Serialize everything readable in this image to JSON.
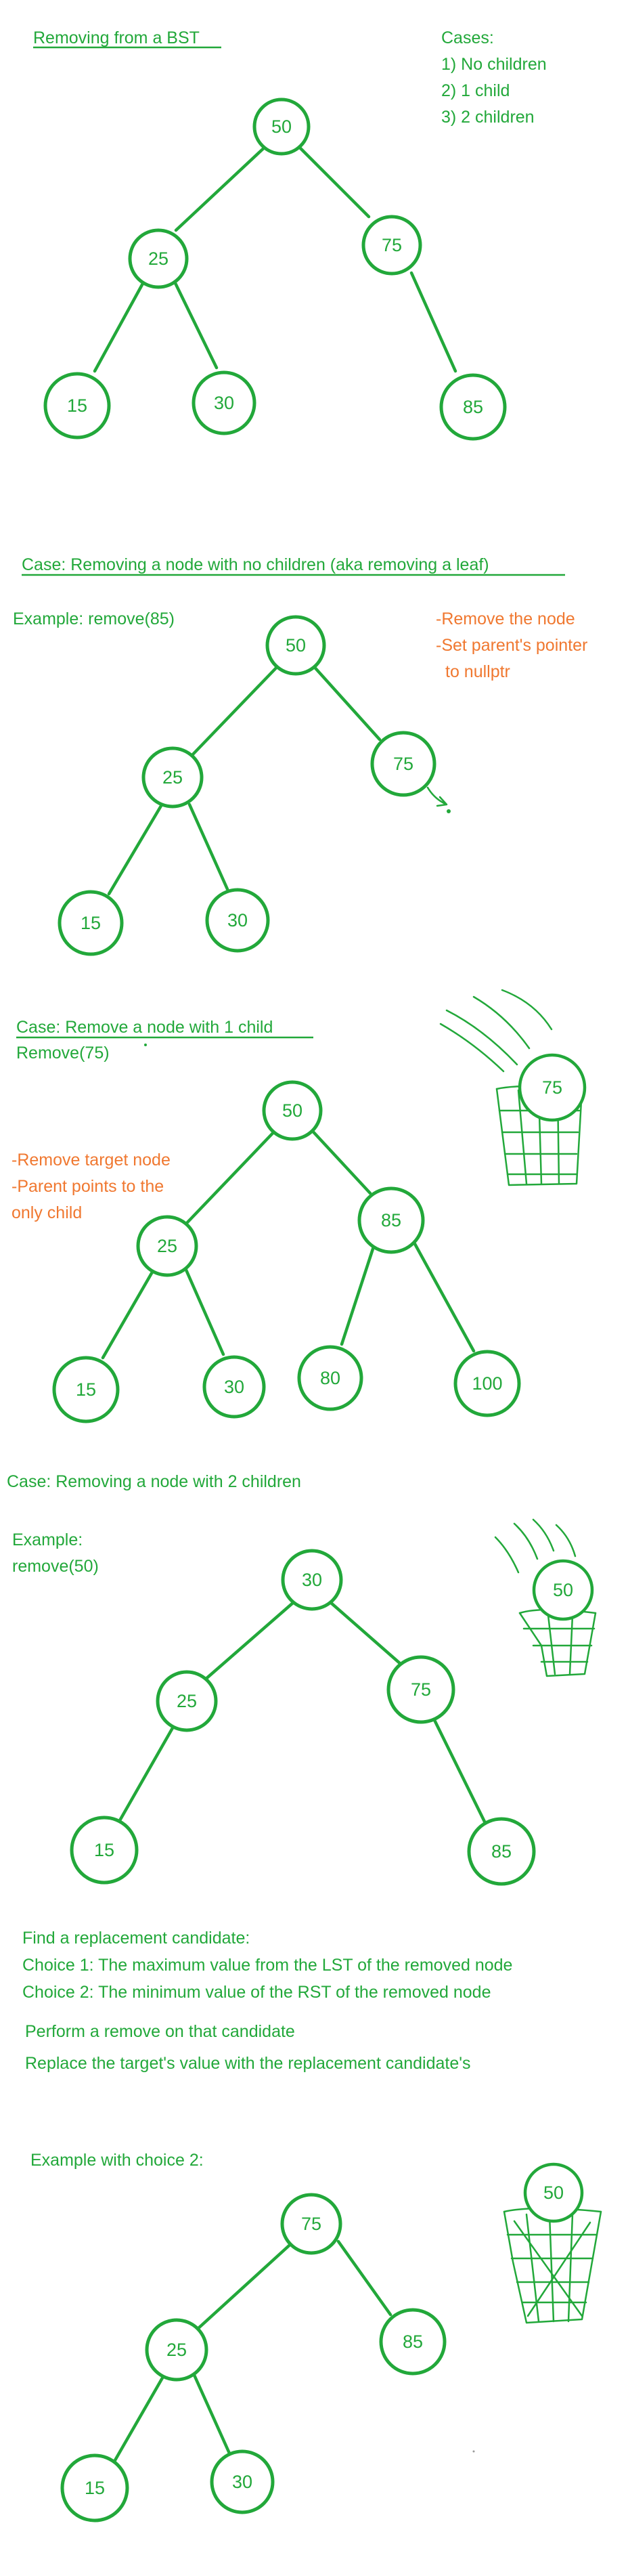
{
  "colors": {
    "green": "#22a83a",
    "orange": "#f07830"
  },
  "section1": {
    "title": "Removing from a BST",
    "cases": [
      "Cases:",
      "1) No children",
      "2) 1 child",
      "3) 2 children"
    ],
    "nodes": [
      "50",
      "25",
      "75",
      "15",
      "30",
      "85"
    ]
  },
  "section2": {
    "title": "Case: Removing a node with no children (aka removing a leaf)",
    "example": "Example: remove(85)",
    "notes": [
      "-Remove the node",
      "-Set parent's pointer",
      "to nullptr"
    ],
    "nodes": [
      "50",
      "25",
      "75",
      "15",
      "30"
    ]
  },
  "section3": {
    "title": "Case: Remove a node with 1 child",
    "example": "Remove(75)",
    "notes": [
      "-Remove target node",
      "-Parent points to the",
      "only child"
    ],
    "nodes": [
      "50",
      "25",
      "85",
      "15",
      "30",
      "80",
      "100"
    ],
    "removed": "75"
  },
  "section4": {
    "title": "Case: Removing a node with 2 children",
    "example": [
      "Example:",
      "remove(50)"
    ],
    "nodes": [
      "30",
      "25",
      "75",
      "15",
      "85"
    ],
    "removed": "50",
    "instructions": [
      "Find a replacement candidate:",
      "Choice 1: The maximum value from the LST of the removed node",
      "Choice 2: The minimum value of the RST of the removed node",
      "Perform a remove on that candidate",
      "Replace the target's value with the replacement candidate's"
    ]
  },
  "section5": {
    "title": "Example with choice 2:",
    "nodes": [
      "75",
      "25",
      "85",
      "15",
      "30"
    ],
    "removed": "50"
  }
}
